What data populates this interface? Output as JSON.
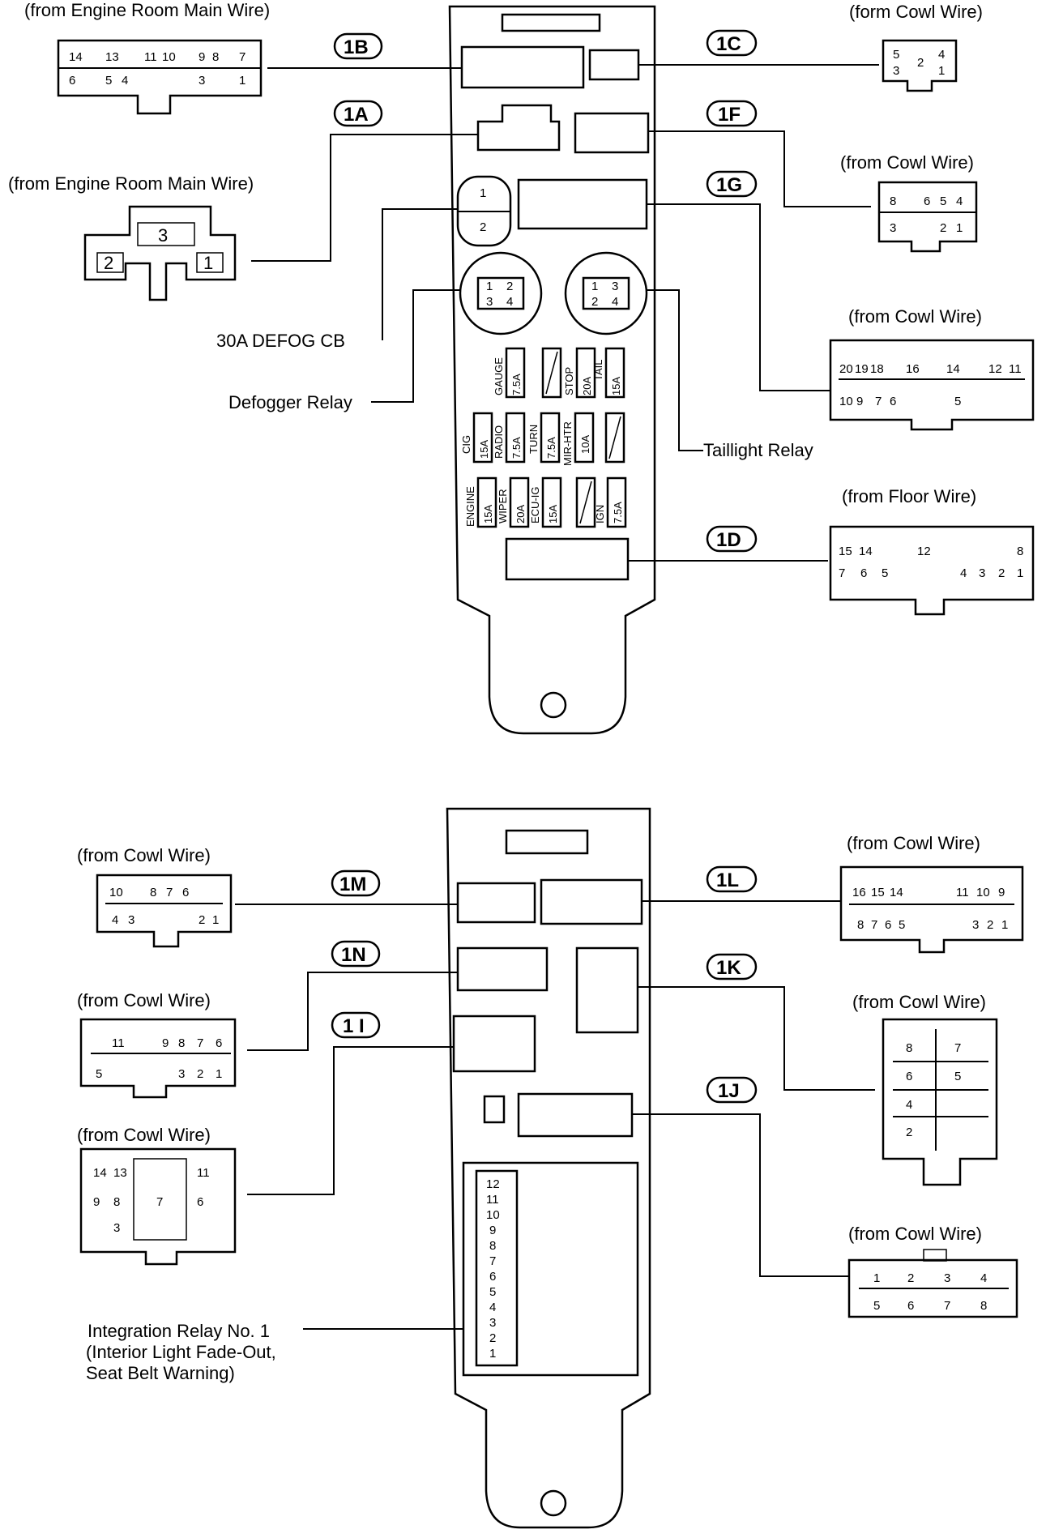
{
  "top_block": {
    "labels": {
      "b_src": "(from Engine Room Main Wire)",
      "a_src": "(from Engine Room Main Wire)",
      "c_src": "(form Cowl Wire)",
      "f_src": "(from Cowl Wire)",
      "g_src": "(from Cowl Wire)",
      "d_src": "(from Floor Wire)",
      "defog_cb": "30A DEFOG CB",
      "defog_relay": "Defogger Relay",
      "tail_relay": "Taillight Relay"
    },
    "tags": {
      "b": "1B",
      "a": "1A",
      "c": "1C",
      "f": "1F",
      "g": "1G",
      "d": "1D"
    },
    "fuses": [
      {
        "name": "GAUGE",
        "amp": "7.5A"
      },
      {
        "name": "STOP",
        "amp": "20A"
      },
      {
        "name": "TAIL",
        "amp": "15A"
      },
      {
        "name": "CIG",
        "amp": "15A"
      },
      {
        "name": "RADIO",
        "amp": "7.5A"
      },
      {
        "name": "TURN",
        "amp": "7.5A"
      },
      {
        "name": "MIR-HTR",
        "amp": "10A"
      },
      {
        "name": "ENGINE",
        "amp": "15A"
      },
      {
        "name": "WIPER",
        "amp": "20A"
      },
      {
        "name": "ECU-IG",
        "amp": "15A"
      },
      {
        "name": "IGN",
        "amp": "7.5A"
      }
    ],
    "connectors": {
      "b_top": [
        "14",
        "13",
        "11",
        "10",
        "9",
        "8",
        "7"
      ],
      "b_bot": [
        "6",
        "5",
        "4",
        "3",
        "1"
      ],
      "a_pins": [
        "3",
        "2",
        "1"
      ],
      "c_pins": [
        "5",
        "3",
        "2",
        "4",
        "1"
      ],
      "f_top": [
        "8",
        "6",
        "5",
        "4"
      ],
      "f_bot": [
        "3",
        "2",
        "1"
      ],
      "g_top": [
        "20",
        "19",
        "18",
        "16",
        "14",
        "12",
        "11"
      ],
      "g_bot": [
        "10",
        "9",
        "7",
        "6",
        "5"
      ],
      "d_top": [
        "15",
        "14",
        "12",
        "8"
      ],
      "d_bot": [
        "7",
        "6",
        "5",
        "4",
        "3",
        "2",
        "1"
      ],
      "cb_pins": [
        "1",
        "2"
      ],
      "relay_a": [
        "1",
        "2",
        "3",
        "4"
      ],
      "relay_b": [
        "1",
        "3",
        "2",
        "4"
      ]
    }
  },
  "bottom_block": {
    "labels": {
      "m_src": "(from Cowl Wire)",
      "n_src": "(from Cowl Wire)",
      "i_src": "(from Cowl Wire)",
      "l_src": "(from Cowl Wire)",
      "k_src": "(from Cowl Wire)",
      "j_src": "(from Cowl Wire)",
      "relay_l1": "Integration Relay No. 1",
      "relay_l2": "(Interior Light Fade-Out,",
      "relay_l3": "Seat Belt Warning)"
    },
    "tags": {
      "m": "1M",
      "n": "1N",
      "i": "1 I",
      "l": "1L",
      "k": "1K",
      "j": "1J"
    },
    "connectors": {
      "m_top": [
        "10",
        "8",
        "7",
        "6"
      ],
      "m_bot": [
        "4",
        "3",
        "2",
        "1"
      ],
      "n_top": [
        "11",
        "9",
        "8",
        "7",
        "6"
      ],
      "n_bot": [
        "5",
        "3",
        "2",
        "1"
      ],
      "i_left": [
        "14",
        "13",
        "9",
        "8",
        "3"
      ],
      "i_mid": [
        "7"
      ],
      "i_right": [
        "11",
        "6"
      ],
      "l_top": [
        "16",
        "15",
        "14",
        "11",
        "10",
        "9"
      ],
      "l_bot": [
        "8",
        "7",
        "6",
        "5",
        "3",
        "2",
        "1"
      ],
      "k_pins": [
        "8",
        "7",
        "6",
        "5",
        "4",
        "2"
      ],
      "j_top": [
        "1",
        "2",
        "3",
        "4"
      ],
      "j_bot": [
        "5",
        "6",
        "7",
        "8"
      ],
      "relay_pins": [
        "12",
        "11",
        "10",
        "9",
        "8",
        "7",
        "6",
        "5",
        "4",
        "3",
        "2",
        "1"
      ]
    }
  }
}
